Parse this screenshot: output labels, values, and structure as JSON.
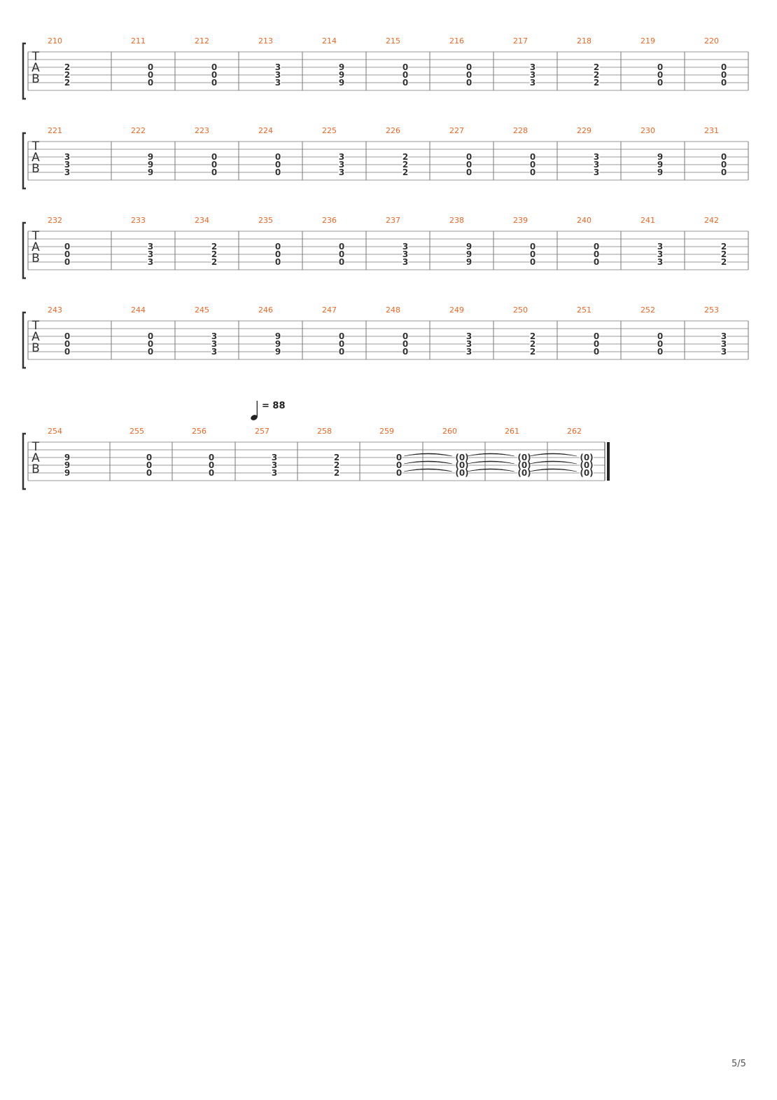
{
  "colors": {
    "measure_number": "#f26522",
    "staff_line": "#999999",
    "fret": "#333333",
    "clef": "#333333"
  },
  "clef": [
    "T",
    "A",
    "B"
  ],
  "tempo": {
    "note": "quarter-note-icon",
    "value": "= 88"
  },
  "page_number": "5/5",
  "systems": [
    {
      "measures": [
        {
          "number": "210",
          "frets": [
            "2",
            "2",
            "2"
          ]
        },
        {
          "number": "211",
          "frets": [
            "0",
            "0",
            "0"
          ]
        },
        {
          "number": "212",
          "frets": [
            "0",
            "0",
            "0"
          ]
        },
        {
          "number": "213",
          "frets": [
            "3",
            "3",
            "3"
          ]
        },
        {
          "number": "214",
          "frets": [
            "9",
            "9",
            "9"
          ]
        },
        {
          "number": "215",
          "frets": [
            "0",
            "0",
            "0"
          ]
        },
        {
          "number": "216",
          "frets": [
            "0",
            "0",
            "0"
          ]
        },
        {
          "number": "217",
          "frets": [
            "3",
            "3",
            "3"
          ]
        },
        {
          "number": "218",
          "frets": [
            "2",
            "2",
            "2"
          ]
        },
        {
          "number": "219",
          "frets": [
            "0",
            "0",
            "0"
          ]
        },
        {
          "number": "220",
          "frets": [
            "0",
            "0",
            "0"
          ]
        }
      ]
    },
    {
      "measures": [
        {
          "number": "221",
          "frets": [
            "3",
            "3",
            "3"
          ]
        },
        {
          "number": "222",
          "frets": [
            "9",
            "9",
            "9"
          ]
        },
        {
          "number": "223",
          "frets": [
            "0",
            "0",
            "0"
          ]
        },
        {
          "number": "224",
          "frets": [
            "0",
            "0",
            "0"
          ]
        },
        {
          "number": "225",
          "frets": [
            "3",
            "3",
            "3"
          ]
        },
        {
          "number": "226",
          "frets": [
            "2",
            "2",
            "2"
          ]
        },
        {
          "number": "227",
          "frets": [
            "0",
            "0",
            "0"
          ]
        },
        {
          "number": "228",
          "frets": [
            "0",
            "0",
            "0"
          ]
        },
        {
          "number": "229",
          "frets": [
            "3",
            "3",
            "3"
          ]
        },
        {
          "number": "230",
          "frets": [
            "9",
            "9",
            "9"
          ]
        },
        {
          "number": "231",
          "frets": [
            "0",
            "0",
            "0"
          ]
        }
      ]
    },
    {
      "measures": [
        {
          "number": "232",
          "frets": [
            "0",
            "0",
            "0"
          ]
        },
        {
          "number": "233",
          "frets": [
            "3",
            "3",
            "3"
          ]
        },
        {
          "number": "234",
          "frets": [
            "2",
            "2",
            "2"
          ]
        },
        {
          "number": "235",
          "frets": [
            "0",
            "0",
            "0"
          ]
        },
        {
          "number": "236",
          "frets": [
            "0",
            "0",
            "0"
          ]
        },
        {
          "number": "237",
          "frets": [
            "3",
            "3",
            "3"
          ]
        },
        {
          "number": "238",
          "frets": [
            "9",
            "9",
            "9"
          ]
        },
        {
          "number": "239",
          "frets": [
            "0",
            "0",
            "0"
          ]
        },
        {
          "number": "240",
          "frets": [
            "0",
            "0",
            "0"
          ]
        },
        {
          "number": "241",
          "frets": [
            "3",
            "3",
            "3"
          ]
        },
        {
          "number": "242",
          "frets": [
            "2",
            "2",
            "2"
          ]
        }
      ]
    },
    {
      "measures": [
        {
          "number": "243",
          "frets": [
            "0",
            "0",
            "0"
          ]
        },
        {
          "number": "244",
          "frets": [
            "0",
            "0",
            "0"
          ]
        },
        {
          "number": "245",
          "frets": [
            "3",
            "3",
            "3"
          ]
        },
        {
          "number": "246",
          "frets": [
            "9",
            "9",
            "9"
          ]
        },
        {
          "number": "247",
          "frets": [
            "0",
            "0",
            "0"
          ]
        },
        {
          "number": "248",
          "frets": [
            "0",
            "0",
            "0"
          ]
        },
        {
          "number": "249",
          "frets": [
            "3",
            "3",
            "3"
          ]
        },
        {
          "number": "250",
          "frets": [
            "2",
            "2",
            "2"
          ]
        },
        {
          "number": "251",
          "frets": [
            "0",
            "0",
            "0"
          ]
        },
        {
          "number": "252",
          "frets": [
            "0",
            "0",
            "0"
          ]
        },
        {
          "number": "253",
          "frets": [
            "3",
            "3",
            "3"
          ]
        }
      ]
    },
    {
      "final_barline": true,
      "measures": [
        {
          "number": "254",
          "frets": [
            "9",
            "9",
            "9"
          ]
        },
        {
          "number": "255",
          "frets": [
            "0",
            "0",
            "0"
          ]
        },
        {
          "number": "256",
          "frets": [
            "0",
            "0",
            "0"
          ]
        },
        {
          "number": "257",
          "frets": [
            "3",
            "3",
            "3"
          ]
        },
        {
          "number": "258",
          "frets": [
            "2",
            "2",
            "2"
          ]
        },
        {
          "number": "259",
          "frets": [
            "0",
            "0",
            "0"
          ],
          "tie_out": true
        },
        {
          "number": "260",
          "frets": [
            "(0)",
            "(0)",
            "(0)"
          ],
          "tie_out": true
        },
        {
          "number": "261",
          "frets": [
            "(0)",
            "(0)",
            "(0)"
          ],
          "tie_out": true
        },
        {
          "number": "262",
          "frets": [
            "(0)",
            "(0)",
            "(0)"
          ]
        }
      ]
    }
  ]
}
